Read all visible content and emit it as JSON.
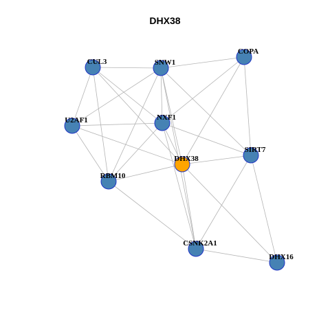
{
  "title": "DHX38",
  "colors": {
    "node": "#4682B4",
    "node_stroke": "#1f33c4",
    "center": "#FFA500",
    "edge": "#b4b4b4"
  },
  "nodes": [
    {
      "id": "DHX38",
      "label": "DHX38",
      "center": true
    },
    {
      "id": "CUL3",
      "label": "CUL3"
    },
    {
      "id": "SNW1",
      "label": "SNW1"
    },
    {
      "id": "COPA",
      "label": "COPA"
    },
    {
      "id": "U2AF1",
      "label": "U2AF1"
    },
    {
      "id": "NXF1",
      "label": "NXF1"
    },
    {
      "id": "SIRT7",
      "label": "SIRT7"
    },
    {
      "id": "RBM10",
      "label": "RBM10"
    },
    {
      "id": "CSNK2A1",
      "label": "CSNK2A1"
    },
    {
      "id": "DHX16",
      "label": "DHX16"
    }
  ],
  "edges": [
    [
      "CUL3",
      "SNW1"
    ],
    [
      "CUL3",
      "U2AF1"
    ],
    [
      "CUL3",
      "RBM10"
    ],
    [
      "CUL3",
      "NXF1"
    ],
    [
      "CUL3",
      "DHX38"
    ],
    [
      "SNW1",
      "COPA"
    ],
    [
      "SNW1",
      "U2AF1"
    ],
    [
      "SNW1",
      "NXF1"
    ],
    [
      "SNW1",
      "RBM10"
    ],
    [
      "SNW1",
      "DHX38"
    ],
    [
      "SNW1",
      "SIRT7"
    ],
    [
      "SNW1",
      "CSNK2A1"
    ],
    [
      "COPA",
      "NXF1"
    ],
    [
      "COPA",
      "DHX38"
    ],
    [
      "COPA",
      "SIRT7"
    ],
    [
      "U2AF1",
      "NXF1"
    ],
    [
      "U2AF1",
      "DHX38"
    ],
    [
      "U2AF1",
      "RBM10"
    ],
    [
      "NXF1",
      "SIRT7"
    ],
    [
      "NXF1",
      "RBM10"
    ],
    [
      "NXF1",
      "DHX38"
    ],
    [
      "NXF1",
      "CSNK2A1"
    ],
    [
      "DHX38",
      "SIRT7"
    ],
    [
      "DHX38",
      "RBM10"
    ],
    [
      "DHX38",
      "CSNK2A1"
    ],
    [
      "DHX38",
      "DHX16"
    ],
    [
      "SIRT7",
      "CSNK2A1"
    ],
    [
      "SIRT7",
      "DHX16"
    ],
    [
      "RBM10",
      "CSNK2A1"
    ],
    [
      "CSNK2A1",
      "DHX16"
    ]
  ]
}
